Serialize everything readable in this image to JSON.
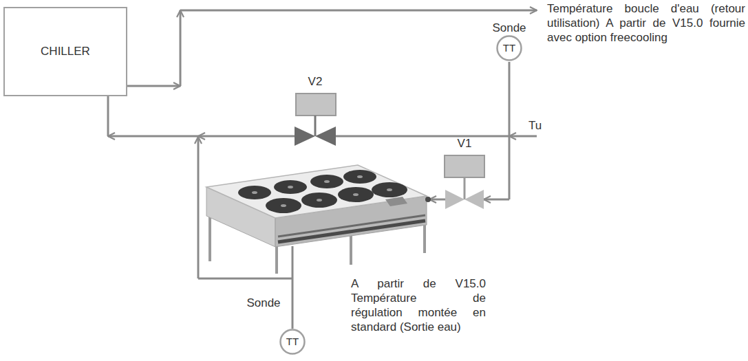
{
  "diagram": {
    "nodes": [
      {
        "text": [
          "CHILLER"
        ]
      },
      {
        "text": [
          "TT"
        ]
      },
      {
        "text": [
          "TT"
        ]
      }
    ],
    "labels": [
      "Température boucle d'eau (retour utilisation) A partir de V15.0 fournie avec option freecooling",
      "Sonde",
      "V2",
      "Tu",
      "V1",
      "A partir de V15.0 Température de régulation montée en standard (Sortie eau)",
      "Sonde"
    ]
  }
}
